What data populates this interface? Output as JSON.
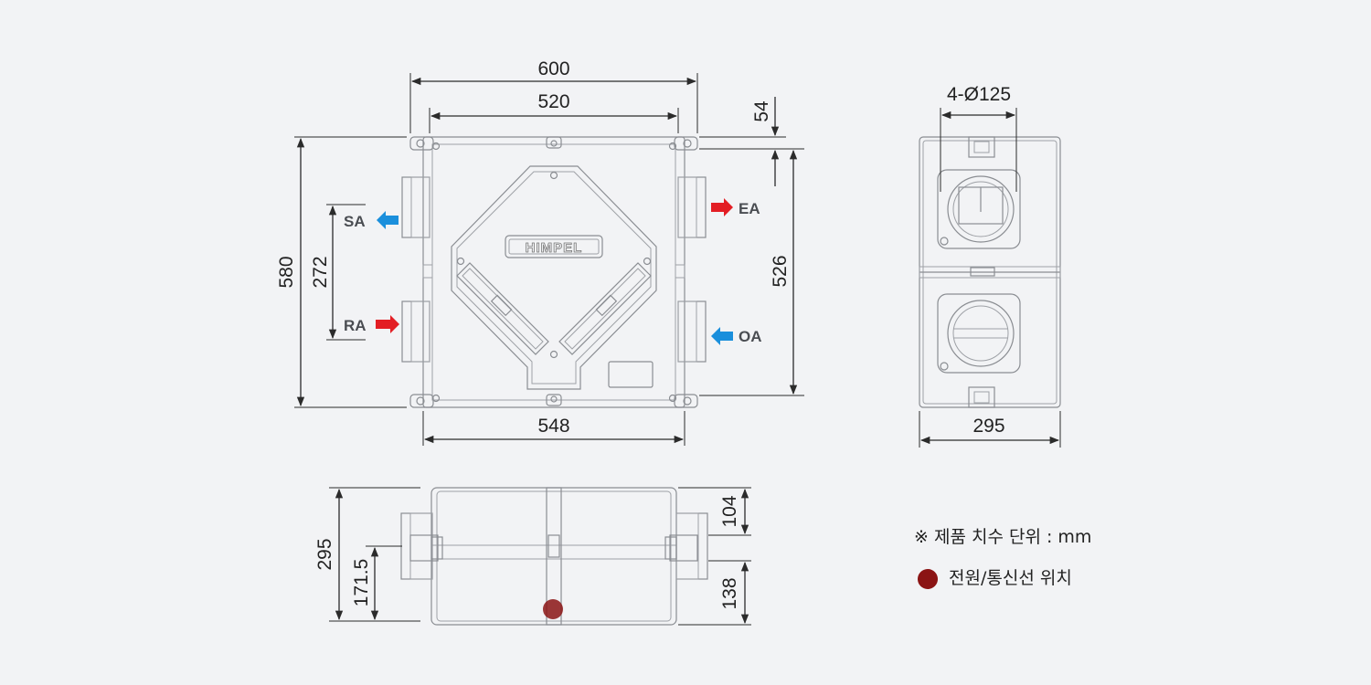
{
  "dimensions": {
    "top_width_outer": "600",
    "top_width_inner": "520",
    "top_bottom_width": "548",
    "top_height": "580",
    "port_spacing": "272",
    "right_offset": "54",
    "right_height": "526",
    "side_diameter": "4-Ø125",
    "side_width": "295",
    "front_height": "295",
    "front_power_height": "171.5",
    "front_upper": "104",
    "front_lower": "138"
  },
  "ports": {
    "sa": "SA",
    "ra": "RA",
    "ea": "EA",
    "oa": "OA"
  },
  "logo": "HIMPEL",
  "legend": {
    "note": "※ 제품 치수 단위 : mm",
    "power": "전원/통신선 위치"
  },
  "colors": {
    "supply_arrow": "#1a8fdc",
    "exhaust_arrow": "#e31e24",
    "power_marker": "#8b1414",
    "background": "#f2f3f5"
  }
}
